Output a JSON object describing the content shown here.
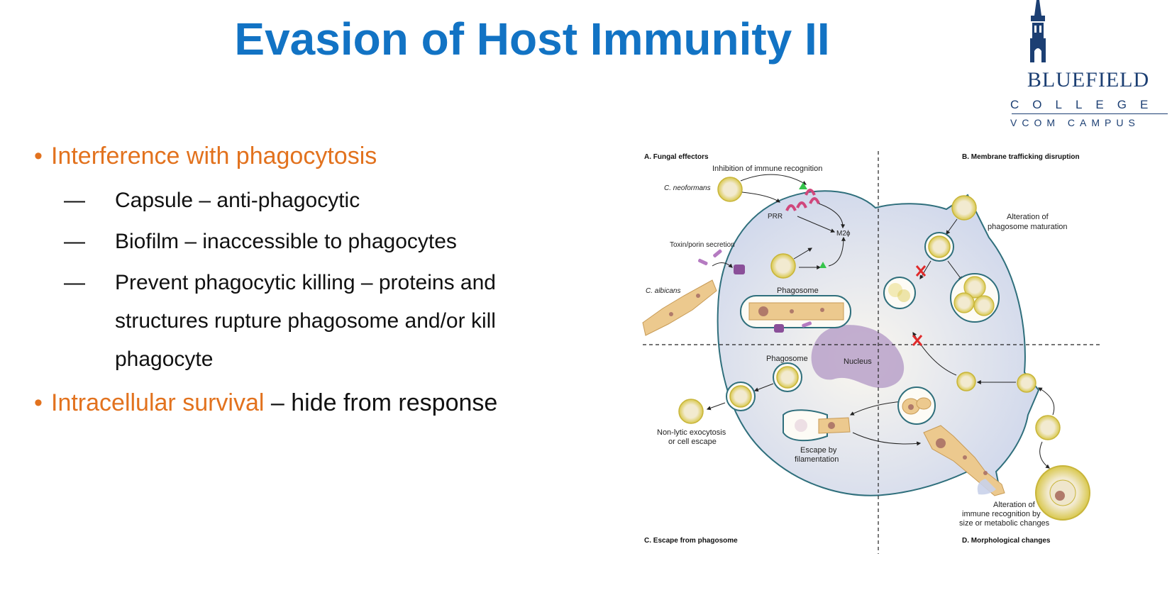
{
  "slide": {
    "title": "Evasion of Host Immunity II"
  },
  "logo": {
    "name": "BLUEFIELD",
    "college": "COLLEGE",
    "campus": "VCOM CAMPUS"
  },
  "bullets": {
    "item1": {
      "label": "Interference with phagocytosis",
      "sub": [
        "Capsule – anti-phagocytic",
        "Biofilm – inaccessible to phagocytes",
        "Prevent phagocytic killing – proteins and structures rupture phagosome and/or kill phagocyte"
      ]
    },
    "item2": {
      "label": "Intracellular survival",
      "rest": " – hide from response"
    },
    "marker": "•",
    "dash": "—"
  },
  "figure": {
    "panel_a": "A.  Fungal effectors",
    "panel_b": "B.  Membrane trafficking disruption",
    "panel_c": "C.  Escape from phagosome",
    "panel_d": "D.  Morphological changes",
    "inhibition": "Inhibition of immune recognition",
    "c_neoformans": "C. neoformans",
    "prr": "PRR",
    "m2": "M2ϕ",
    "toxin": "Toxin/porin secretion",
    "c_albicans": "C. albicans",
    "phagosome_top": "Phagosome",
    "phagosome_bottom": "Phagosome",
    "nucleus": "Nucleus",
    "alteration_maturation": [
      "Alteration of",
      "phagosome maturation"
    ],
    "nonlytic": [
      "Non-lytic exocytosis",
      "or cell escape"
    ],
    "escape_filament": [
      "Escape by",
      "filamentation"
    ],
    "alteration_recognition": [
      "Alteration of",
      "immune recognition by",
      "size or metabolic changes"
    ]
  },
  "colors": {
    "title": "#1273c4",
    "accent": "#e2721e",
    "logo": "#1c3f73",
    "cell_fill": "#d7def0",
    "cell_stroke": "#2f6f7c",
    "fungus": "#e4d46a",
    "hypha": "#ecc98e",
    "nucleus": "#b9a1c9"
  }
}
